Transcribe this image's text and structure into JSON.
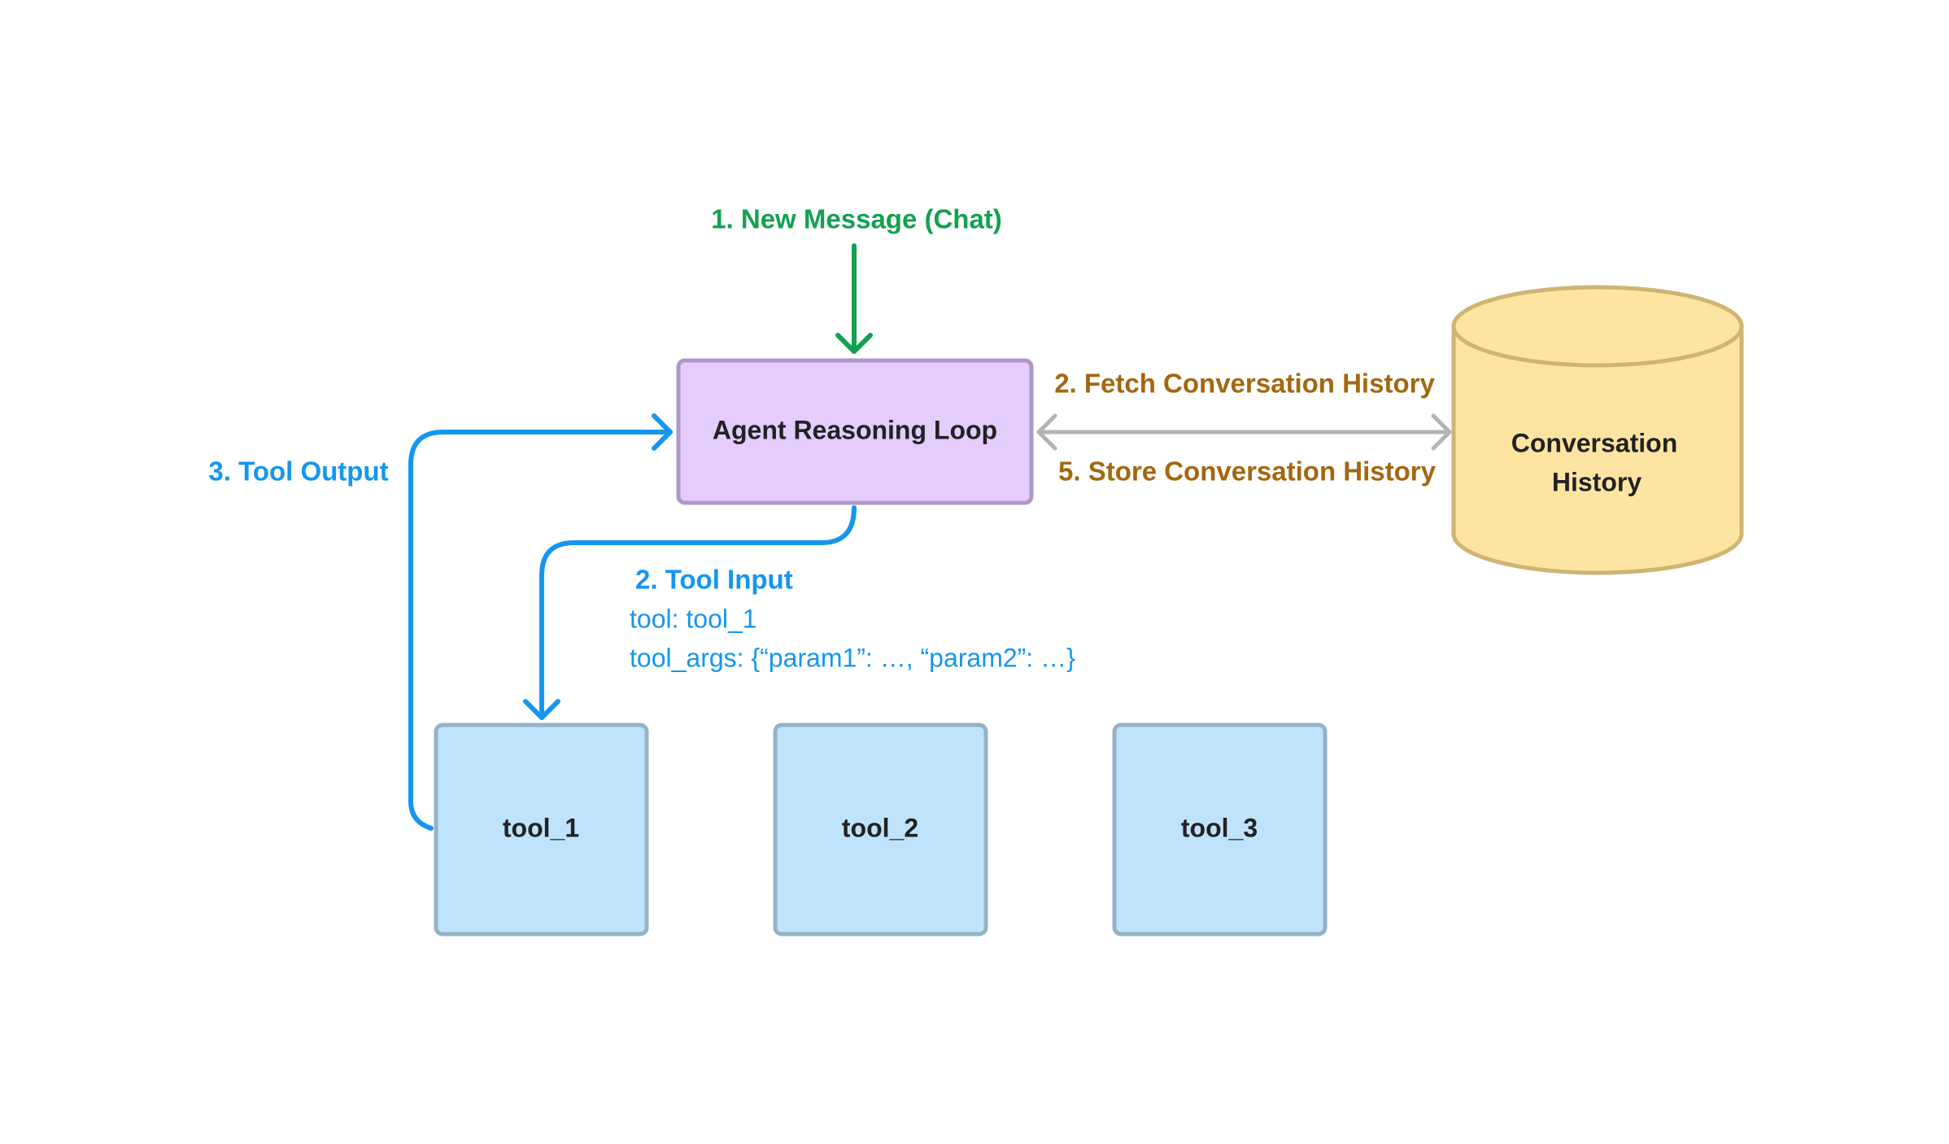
{
  "nodes": {
    "agent": {
      "label": "Agent Reasoning Loop"
    },
    "history": {
      "line1": "Conversation",
      "line2": "History"
    },
    "tool1": {
      "label": "tool_1"
    },
    "tool2": {
      "label": "tool_2"
    },
    "tool3": {
      "label": "tool_3"
    }
  },
  "labels": {
    "new_message": "1. New Message (Chat)",
    "fetch_history": "2. Fetch Conversation History",
    "store_history": "5. Store Conversation History",
    "tool_output": "3. Tool Output",
    "tool_input": "2. Tool Input",
    "tool_input_tool": "tool: tool_1",
    "tool_input_args": "tool_args: {“param1”: …, “param2”: …}"
  },
  "colors": {
    "green": "#12a150",
    "blue": "#1496f0",
    "brown": "#a3670f",
    "gray": "#b3b3b3",
    "agent_fill": "#e4cdfd",
    "agent_stroke": "#ae98c9",
    "tool_fill": "#c0e3fc",
    "tool_stroke": "#94b2c8",
    "db_fill": "#fde5a1",
    "db_stroke": "#cfb473",
    "text_dark": "#222222"
  }
}
